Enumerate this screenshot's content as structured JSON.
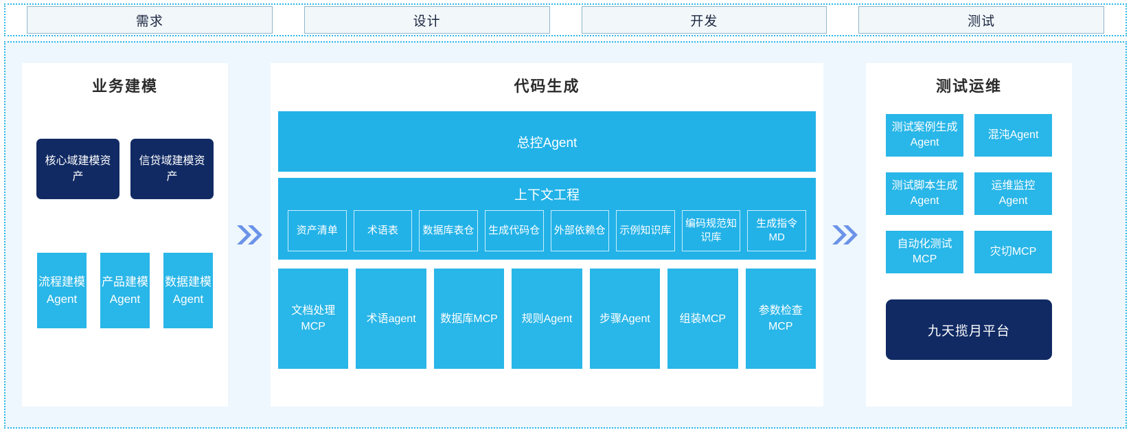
{
  "stages": {
    "items": [
      {
        "label": "需求"
      },
      {
        "label": "设计"
      },
      {
        "label": "开发"
      },
      {
        "label": "测试"
      }
    ]
  },
  "left_panel": {
    "title": "业务建模",
    "assets": [
      {
        "label": "核心域建模资产"
      },
      {
        "label": "信贷域建模资产"
      }
    ],
    "agents": [
      {
        "label": "流程建模Agent"
      },
      {
        "label": "产品建模Agent"
      },
      {
        "label": "数据建模Agent"
      }
    ]
  },
  "middle_panel": {
    "title": "代码生成",
    "master_agent": "总控Agent",
    "context": {
      "title": "上下文工程",
      "items": [
        {
          "label": "资产清单"
        },
        {
          "label": "术语表"
        },
        {
          "label": "数据库表仓"
        },
        {
          "label": "生成代码仓"
        },
        {
          "label": "外部依赖仓"
        },
        {
          "label": "示例知识库"
        },
        {
          "label": "编码规范知识库"
        },
        {
          "label": "生成指令MD"
        }
      ]
    },
    "tools": [
      {
        "label": "文档处理MCP"
      },
      {
        "label": "术语agent"
      },
      {
        "label": "数据库MCP"
      },
      {
        "label": "规则Agent"
      },
      {
        "label": "步骤Agent"
      },
      {
        "label": "组装MCP"
      },
      {
        "label": "参数检查MCP"
      }
    ]
  },
  "right_panel": {
    "title": "测试运维",
    "items": [
      {
        "label": "测试案例生成Agent"
      },
      {
        "label": "混沌Agent"
      },
      {
        "label": "测试脚本生成Agent"
      },
      {
        "label": "运维监控Agent"
      },
      {
        "label": "自动化测试MCP"
      },
      {
        "label": "灾切MCP"
      }
    ],
    "platform": "九天揽月平台"
  },
  "arrows": {
    "left_to_middle": "chevron-double-right",
    "middle_to_right": "chevron-double-right"
  },
  "colors": {
    "accent_blue": "#29b6e8",
    "dark_navy": "#112a63",
    "panel_bg": "#eef7fd",
    "arrow_blue": "#6b93e8",
    "stage_border": "#8fb6c8"
  }
}
